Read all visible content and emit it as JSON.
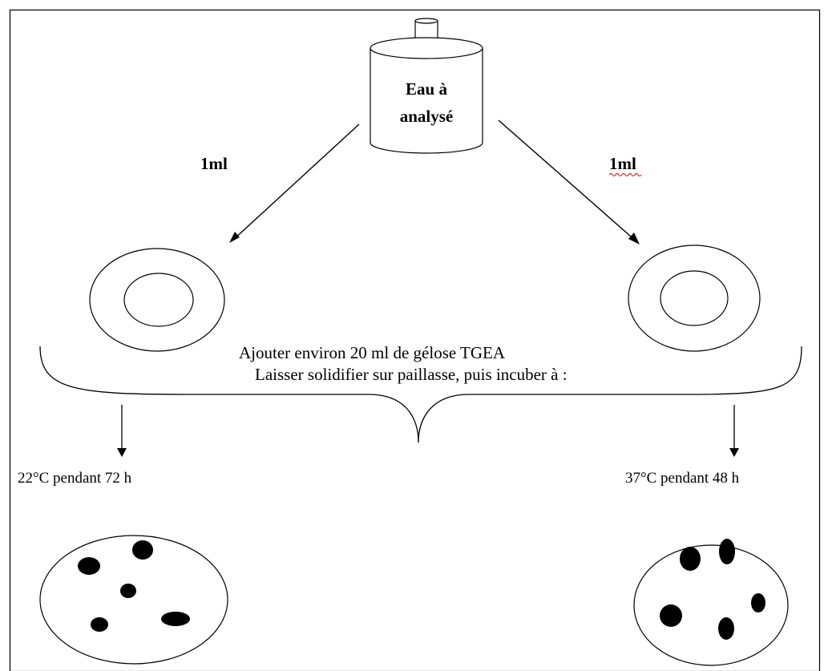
{
  "bottle": {
    "line1": "Eau à",
    "line2": "analysé"
  },
  "volumes": {
    "left": "1ml",
    "right": "1ml"
  },
  "instructions": {
    "line1": "Ajouter environ 20 ml de gélose TGEA",
    "line2": "Laisser solidifier sur paillasse, puis incuber à :"
  },
  "incubation": {
    "left": "22°C pendant 72 h",
    "right": "37°C pendant 48 h"
  },
  "colors": {
    "stroke": "#000000",
    "background": "#ffffff",
    "spellcheck": "#cc0000"
  }
}
